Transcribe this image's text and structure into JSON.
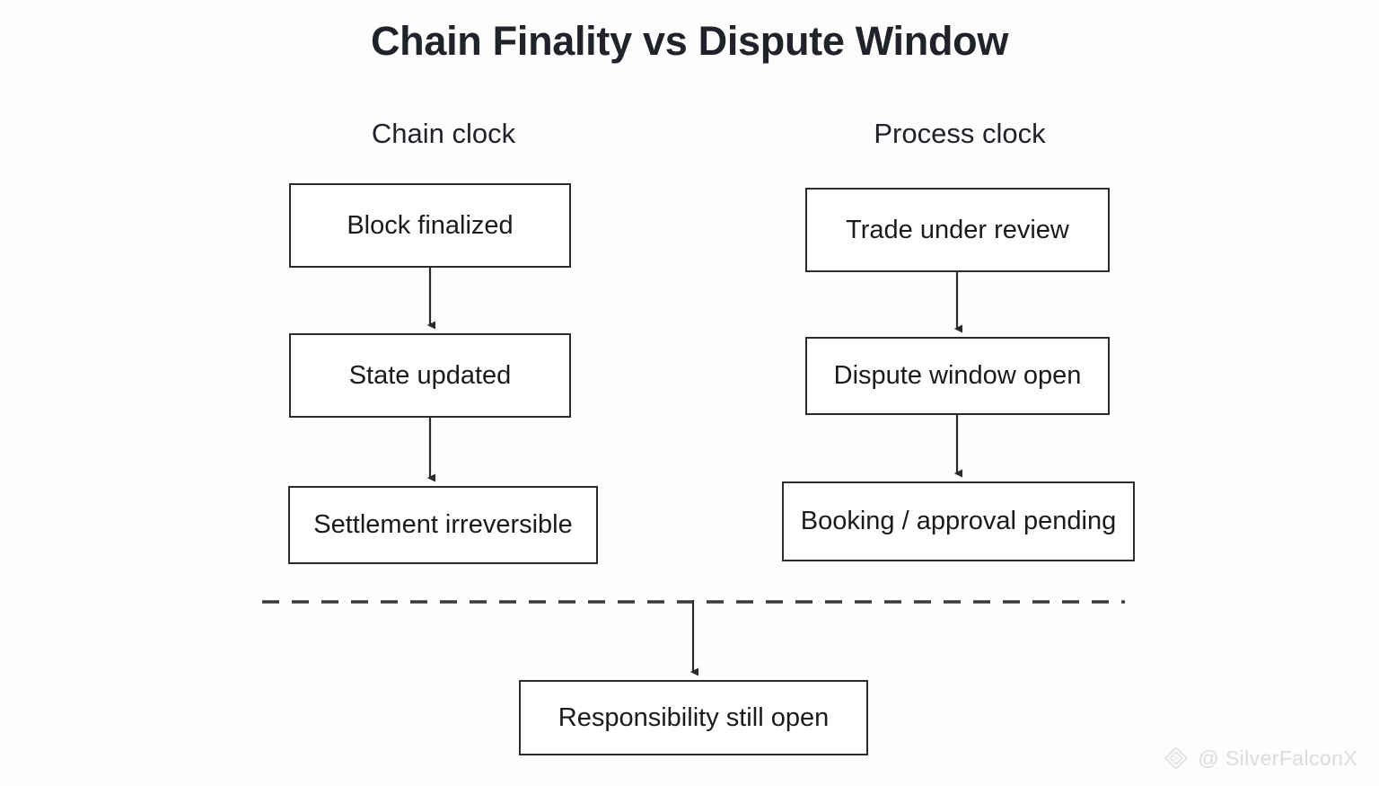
{
  "diagram": {
    "title": "Chain Finality vs Dispute Window",
    "type": "flowchart",
    "background_color": "#fdfdfd",
    "line_color": "#2b2b2b",
    "columns": [
      {
        "id": "chain-clock",
        "heading": "Chain clock",
        "nodes": [
          {
            "id": "block-finalized",
            "label": "Block finalized"
          },
          {
            "id": "state-updated",
            "label": "State updated"
          },
          {
            "id": "settlement-irreversible",
            "label": "Settlement irreversible"
          }
        ]
      },
      {
        "id": "process-clock",
        "heading": "Process clock",
        "nodes": [
          {
            "id": "trade-under-review",
            "label": "Trade under review"
          },
          {
            "id": "dispute-window-open",
            "label": "Dispute window open"
          },
          {
            "id": "booking-approval-pending",
            "label": "Booking / approval pending"
          }
        ]
      }
    ],
    "divider": {
      "style": "dashed",
      "color": "#3a3a3a"
    },
    "outcome": {
      "id": "responsibility-still-open",
      "label": "Responsibility still open"
    }
  },
  "watermark": {
    "handle": "@ SilverFalconX",
    "icon": "diamond-logo-icon",
    "color": "#d6d8dc"
  }
}
